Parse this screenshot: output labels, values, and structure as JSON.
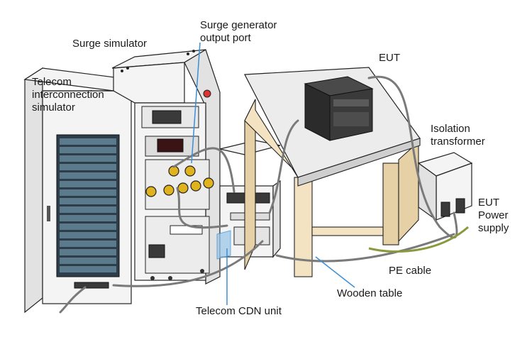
{
  "labels": {
    "telecom_sim": [
      "Telecom",
      "interconnection",
      "simulator"
    ],
    "surge_sim": "Surge simulator",
    "surge_port": [
      "Surge generator",
      "output port"
    ],
    "eut": "EUT",
    "isolation": [
      "Isolation",
      "transformer"
    ],
    "eut_power": [
      "EUT",
      "Power",
      "supply"
    ],
    "pe_cable": "PE cable",
    "wooden_table": "Wooden table",
    "telecom_cdn": "Telecom CDN unit"
  },
  "colors": {
    "pointer": "#3a8fd6",
    "knob": "#e0b21e",
    "wood": "#f3e3c2",
    "pe_cable": "#8a9a3a",
    "cdn_panel": "#9cc7e8"
  }
}
